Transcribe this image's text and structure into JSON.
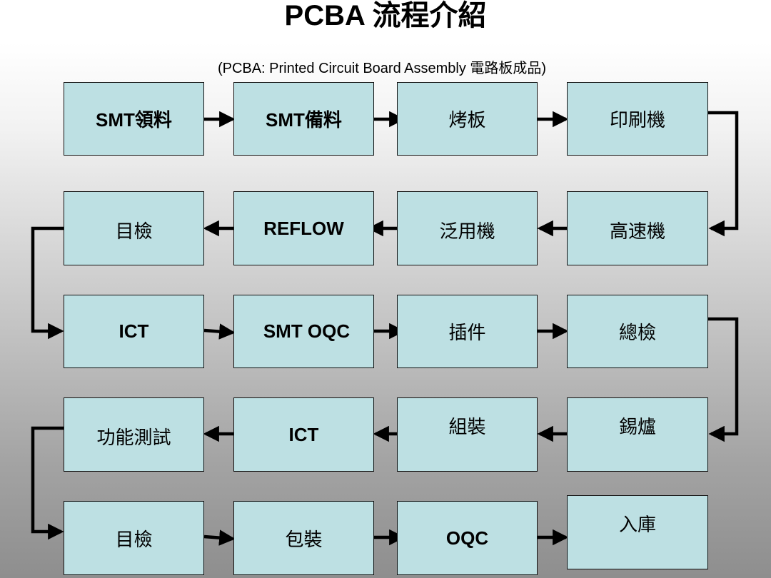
{
  "title": "PCBA 流程介紹",
  "subtitle": "(PCBA: Printed Circuit Board Assembly 電路板成品)",
  "steps": {
    "r1c1": "SMT領料",
    "r1c2": "SMT備料",
    "r1c3": "烤板",
    "r1c4": "印刷機",
    "r2c1": "目檢",
    "r2c2": "REFLOW",
    "r2c3": "泛用機",
    "r2c4": "高速機",
    "r3c1": "ICT",
    "r3c2": "SMT OQC",
    "r3c3": "插件",
    "r3c4": "總檢",
    "r4c1": "功能測試",
    "r4c2": "ICT",
    "r4c3": "組裝",
    "r4c4": "錫爐",
    "r5c1": "目檢",
    "r5c2": "包裝",
    "r5c3": "OQC",
    "r5c4": "入庫"
  },
  "colors": {
    "box_fill": "#bde0e3",
    "box_border": "#111111",
    "arrow": "#000000"
  }
}
